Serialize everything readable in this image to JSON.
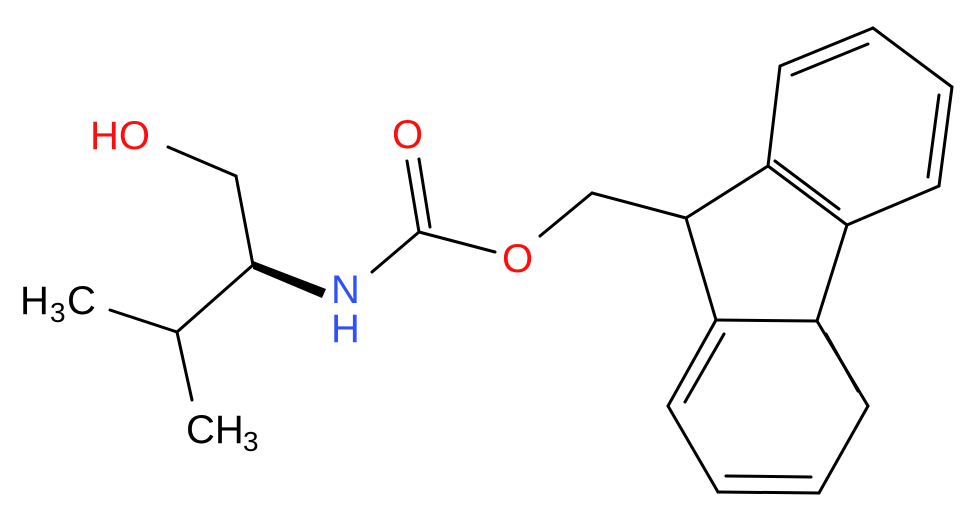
{
  "colors": {
    "bond": "#000000",
    "oxygen": "#ff0d0d",
    "nitrogen": "#3050f8",
    "carbon": "#000000"
  },
  "labels": {
    "hydroxyl": "HO",
    "carbonyl_oxygen": "O",
    "ester_oxygen": "O",
    "amine_n": "N",
    "amine_h": "H",
    "methyl_1_main": "H",
    "methyl_1_sub": "3",
    "methyl_1_c": "C",
    "methyl_2_main": "CH",
    "methyl_2_sub": "3"
  }
}
